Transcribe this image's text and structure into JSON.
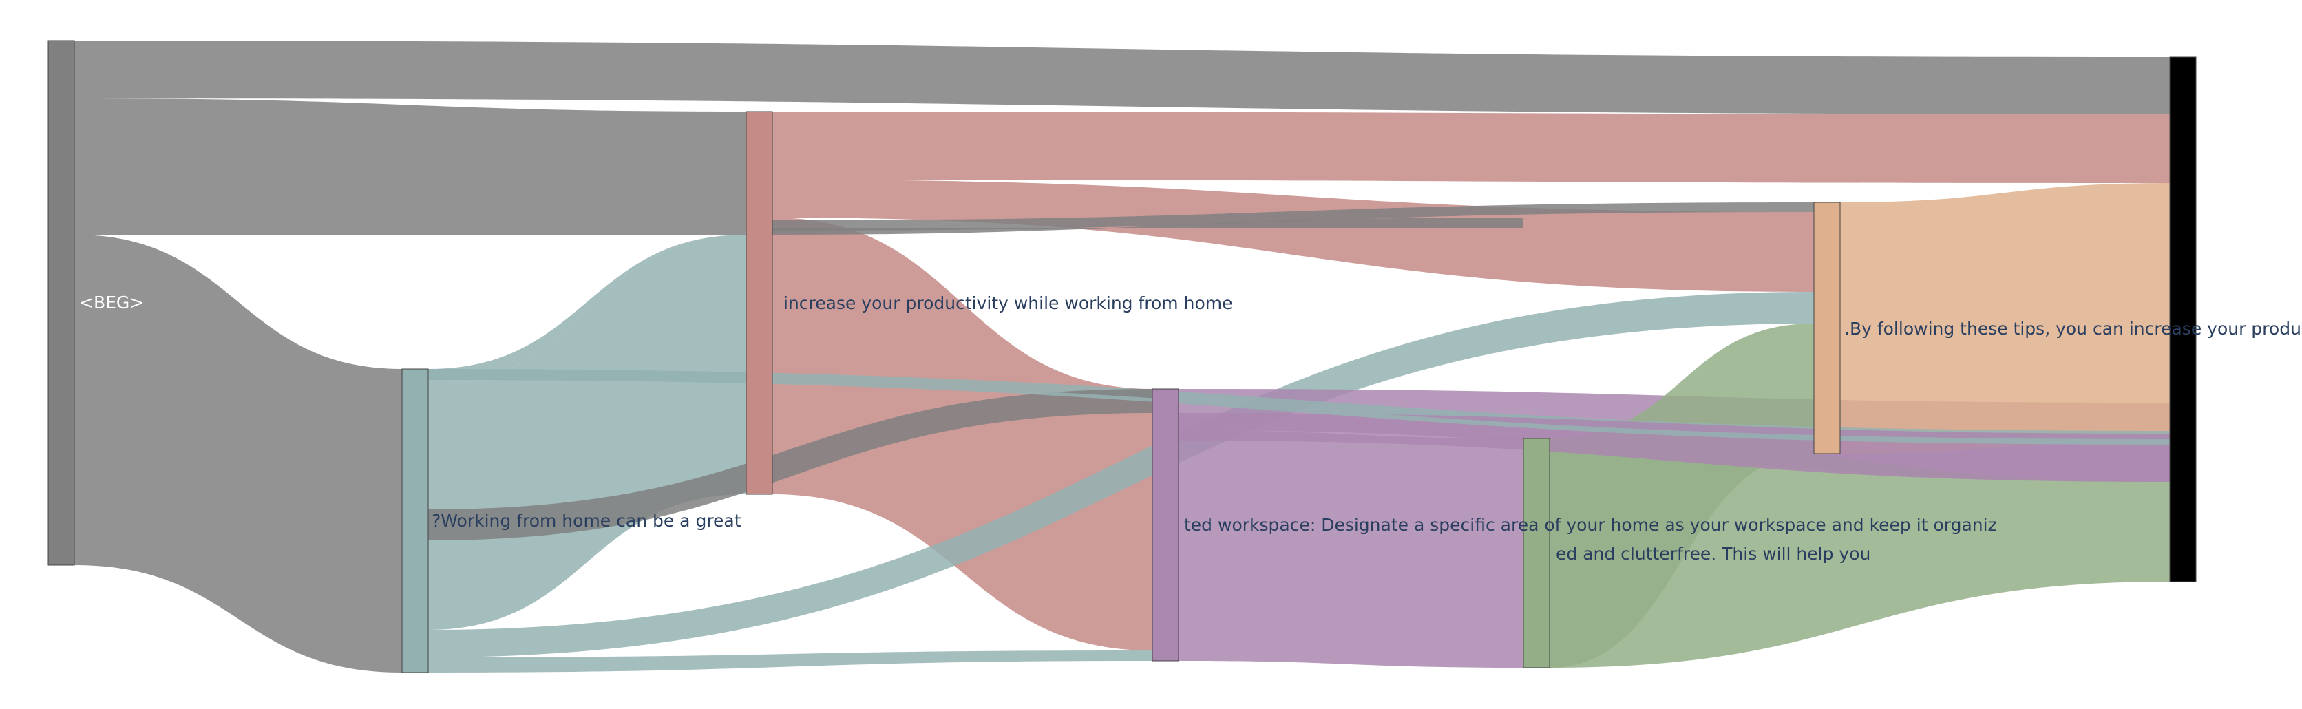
{
  "nodes": [
    {
      "id": "beg",
      "label": "<BEG>",
      "color": "#808080"
    },
    {
      "id": "wfh",
      "label": "?Working from home can be a great",
      "color": "#94b1b2"
    },
    {
      "id": "inc",
      "label": "increase your productivity while working from home",
      "color": "#c48b87"
    },
    {
      "id": "ded",
      "label": "ted workspace: Designate a specific area of your home as your workspace and keep it organiz",
      "color": "#aa87af"
    },
    {
      "id": "clut",
      "label": "ed and clutterfree. This will help you",
      "color": "#94af88"
    },
    {
      "id": "tips",
      "label": ".By following these tips, you can increase your produc",
      "color": "#dfb08d"
    },
    {
      "id": "end",
      "label": "",
      "color": "#000000"
    }
  ],
  "link_colors": {
    "beg": "#808080",
    "wfh": "#94b1b2",
    "inc": "#c48b87",
    "ded": "#aa87af",
    "clut": "#94af88",
    "tips": "#dfb08d"
  }
}
